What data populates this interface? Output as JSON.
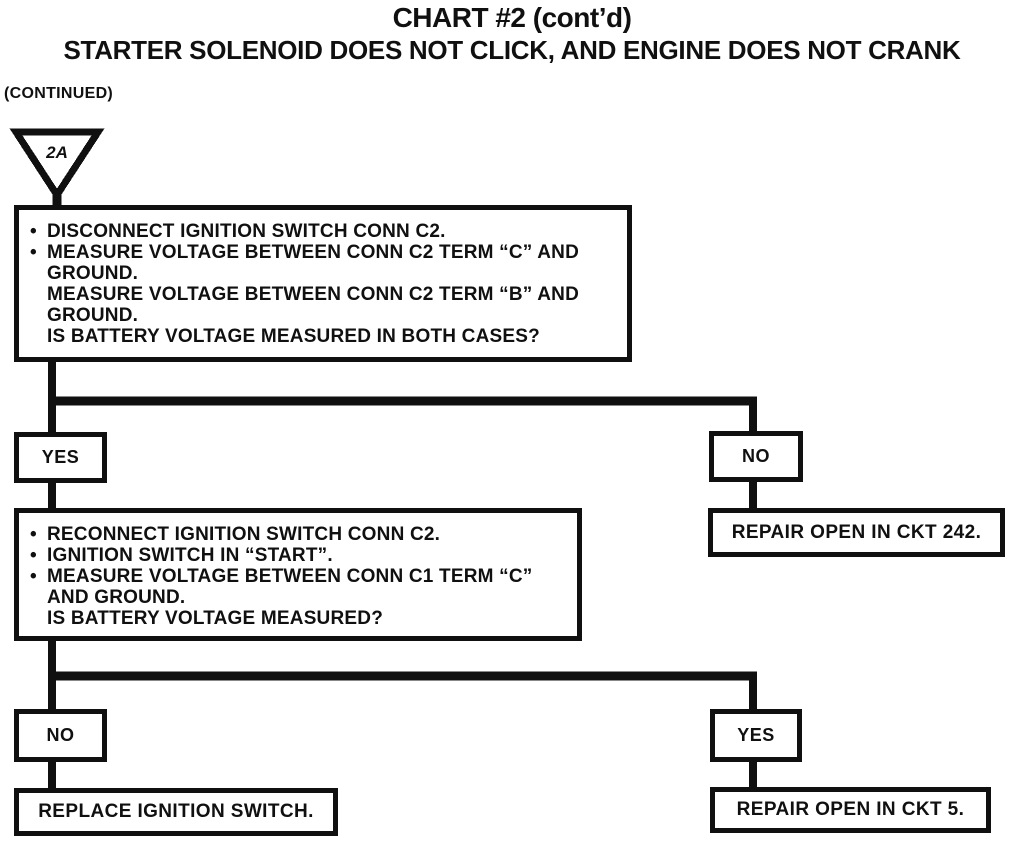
{
  "header": {
    "title": "CHART #2 (cont’d)",
    "subtitle": "STARTER SOLENOID DOES NOT CLICK, AND ENGINE DOES NOT CRANK",
    "continued": "(CONTINUED)"
  },
  "entry": {
    "label": "2A"
  },
  "steps": {
    "s1": {
      "rows": [
        {
          "b": "•",
          "t": "DISCONNECT IGNITION SWITCH CONN C2."
        },
        {
          "b": "•",
          "t": "MEASURE VOLTAGE BETWEEN CONN C2 TERM “C” AND"
        },
        {
          "b": "",
          "t": "GROUND."
        },
        {
          "b": "",
          "t": "MEASURE VOLTAGE BETWEEN CONN C2 TERM “B” AND"
        },
        {
          "b": "",
          "t": "GROUND."
        },
        {
          "b": "",
          "t": "IS BATTERY VOLTAGE MEASURED IN BOTH CASES?"
        }
      ]
    },
    "s2": {
      "rows": [
        {
          "b": "•",
          "t": "RECONNECT IGNITION SWITCH CONN C2."
        },
        {
          "b": "•",
          "t": "IGNITION SWITCH IN “START”."
        },
        {
          "b": "•",
          "t": "MEASURE VOLTAGE BETWEEN CONN C1 TERM “C”"
        },
        {
          "b": "",
          "t": "AND GROUND."
        },
        {
          "b": "",
          "t": "IS BATTERY VOLTAGE MEASURED?"
        }
      ]
    }
  },
  "branch1": {
    "yes_label": "YES",
    "no_label": "NO",
    "no_action": "REPAIR OPEN IN CKT 242."
  },
  "branch2": {
    "no_label": "NO",
    "yes_label": "YES",
    "no_action": "REPLACE IGNITION SWITCH.",
    "yes_action": "REPAIR OPEN IN CKT 5."
  },
  "colors": {
    "ink": "#101010",
    "paper": "#ffffff"
  }
}
